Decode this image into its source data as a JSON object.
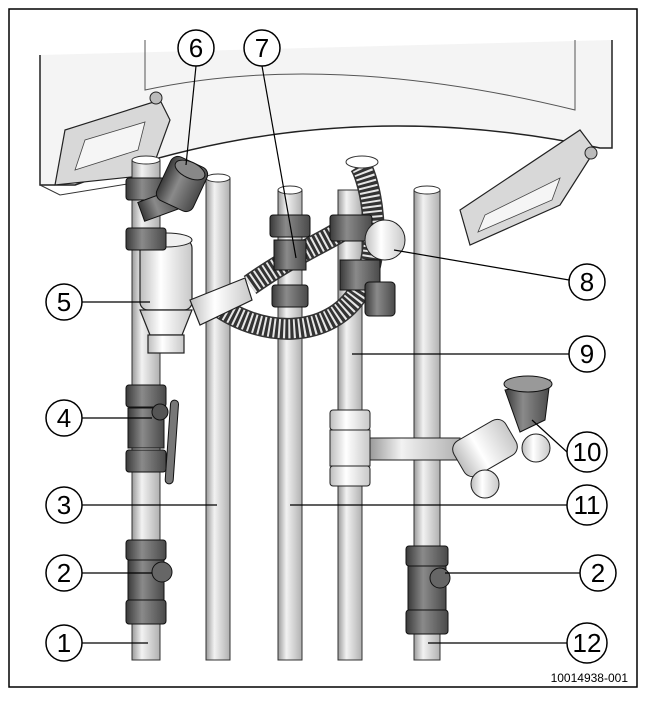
{
  "figure": {
    "reference_code": "10014938-001",
    "callouts": [
      {
        "id": "c1",
        "label": "1"
      },
      {
        "id": "c2a",
        "label": "2"
      },
      {
        "id": "c2b",
        "label": "2"
      },
      {
        "id": "c3",
        "label": "3"
      },
      {
        "id": "c4",
        "label": "4"
      },
      {
        "id": "c5",
        "label": "5"
      },
      {
        "id": "c6",
        "label": "6"
      },
      {
        "id": "c7",
        "label": "7"
      },
      {
        "id": "c8",
        "label": "8"
      },
      {
        "id": "c9",
        "label": "9"
      },
      {
        "id": "c10",
        "label": "10"
      },
      {
        "id": "c11",
        "label": "11"
      },
      {
        "id": "c12",
        "label": "12"
      }
    ]
  }
}
